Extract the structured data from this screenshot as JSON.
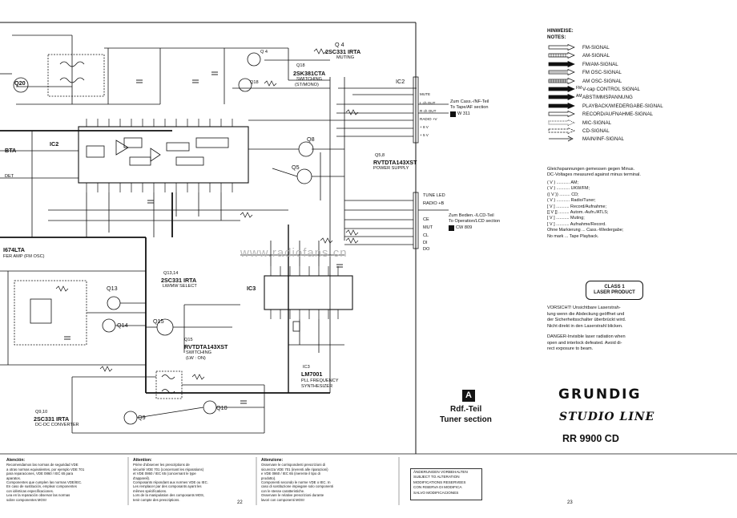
{
  "notes": {
    "title1": "HINWEISE:",
    "title2": "NOTES:",
    "legend": [
      {
        "icon": "fm-signal-arrow",
        "label": "FM-SIGNAL",
        "style": "hollow"
      },
      {
        "icon": "am-signal-arrow",
        "label": "AM-SIGNAL",
        "style": "hatched"
      },
      {
        "icon": "fm-am-signal-arrow",
        "label": "FM/AM-SIGNAL",
        "style": "dark-hatched"
      },
      {
        "icon": "fm-osc-signal-arrow",
        "label": "FM OSC-SIGNAL",
        "style": "double"
      },
      {
        "icon": "am-osc-signal-arrow",
        "label": "AM OSC-SIGNAL",
        "style": "double-hatched"
      },
      {
        "icon": "vcap-control-arrow",
        "label": "V-cap CONTROL SIGNAL",
        "prefix": "FM",
        "style": "black"
      },
      {
        "icon": "abstimm-arrow",
        "label": "ABSTIMMSPANNUNG",
        "prefix": "AM",
        "style": "black-hatched"
      },
      {
        "icon": "playback-arrow",
        "label": "PLAYBACK/WIEDERGABE-SIGNAL",
        "style": "solid"
      },
      {
        "icon": "record-arrow",
        "label": "RECORD/AUFNAHME-SIGNAL",
        "style": "hollow-tip"
      },
      {
        "icon": "mic-signal-arrow",
        "label": "MIC-SIGNAL",
        "style": "dotted"
      },
      {
        "icon": "cd-signal-arrow",
        "label": "CD-SIGNAL",
        "style": "dashed"
      },
      {
        "icon": "main-inf-arrow",
        "label": "MAIN/INF-SIGNAL",
        "style": "line"
      }
    ],
    "voltage_de": "Gleichspannungen gemessen gegen Minus.",
    "voltage_en": "DC-Voltages measured against minus terminal.",
    "voltage_codes": [
      "( V ) ........... AM;",
      "( V ) ........... UKW/FM;",
      "(( V )) ......... CD;",
      "( V ) ........... Radio/Tuner;",
      "[ V ] ........... Record/Aufnahme;",
      "[[ V ]] ......... Autom.-Aufn./ATLS;",
      "[ V ] ........... Muting;",
      "[ V ] ........... Aufnahme/Record.",
      "Ohne Markierung ... Cass.-Wiedergabe;",
      "No mark ... Tape Playback."
    ]
  },
  "laser": {
    "badge_line1": "CLASS 1",
    "badge_line2": "LASER PRODUCT",
    "warning_de": [
      "VORSICHT! Unsichtbare Laserstrah-",
      "lung wenn die Abdeckung geöffnet und",
      "der Sicherheitsschalter überbrückt wird.",
      "Nicht direkt in den Laserstrahl blicken."
    ],
    "warning_en": [
      "DANGER-Invisible laser radiation when",
      "open and interlock defeated. Avoid di-",
      "rect exposure to beam."
    ]
  },
  "section": {
    "badge": "A",
    "title_de": "Rdf.-Teil",
    "title_en": "Tuner section"
  },
  "brand": {
    "name": "GRUNDIG",
    "line": "STUDIO LINE",
    "model": "RR 9900 CD"
  },
  "connections": {
    "cass_de": "Zum Cass.-/NF-Teil",
    "cass_en": "To Tape/AF section",
    "cass_ref": "W 311",
    "op_de": "Zum Bedien.-/LCD-Teil",
    "op_en": "To Operation/LCD section",
    "op_ref": "CW 809"
  },
  "components": {
    "q4": "Q 4",
    "q4_type": "2SC331 IRTA",
    "q4_fn": "MUTING",
    "q18": "Q18",
    "q18_type": "2SK381CTA",
    "q18_fn": "SWITCHING",
    "q18_sub": "(ST/MONO)",
    "q8": "Q8",
    "q5": "Q5",
    "q58": "Q5,8",
    "q58_type": "RVTDTA143XST",
    "q58_fn": "POWER SUPPLY",
    "ic2": "IC2",
    "ic3": "IC3",
    "ic3_type": "LM7001",
    "ic3_fn": "PLL FREQUENCY",
    "ic3_fn2": "SYNTHESIZER",
    "q1314": "Q13,14",
    "q1314_type": "2SC331 IRTA",
    "q1314_fn": "LW/MW SELECT",
    "q15": "Q15",
    "q15_type": "RVTDTA143XST",
    "q15_fn": "SWITCHING",
    "q15_sub": "(LW : ON)",
    "q910": "Q9,10",
    "q910_type": "2SC331 IRTA",
    "q910_fn": "DC-DC CONVERTER",
    "q20": "Q20",
    "q13": "Q13",
    "q14": "Q14",
    "q9": "Q9",
    "q10": "Q10",
    "lta": "I674LTA",
    "lta_fn": "FER AMP (FM OSC)",
    "bta": "BTA",
    "det": "DET",
    "ic2_pins": [
      "MUTE",
      "L ch OUT",
      "R ch OUT",
      "RADIO +V",
      "+ 8 V",
      "+ 5 V"
    ],
    "ic3_pins": [
      "TUNE LED",
      "RADIO +B",
      "CE",
      "MUT",
      "CL",
      "DI",
      "DO"
    ]
  },
  "page_numbers": {
    "left": "22",
    "right": "23"
  },
  "bottom_notes": {
    "col1_head": "Atención:",
    "col1": [
      "Recomendamos las normas de seguridad VDE",
      "a otras normas equivalentes, por ejemplo VDE 701",
      "para reparaciones, VDE 0860 / IEC 65 para",
      "aparatos.",
      "Componentes que cumplen las normas VDE/IEC.",
      "En caso de sustitución, emplear componentes",
      "con idénticas especificaciones.",
      "Lea en la reparación observar las normas",
      "sobre componentes MOS!"
    ],
    "col2_head": "Attention:",
    "col2": [
      "Prière d'observer les prescriptions de",
      "sécurité VDE 701 (concernant les réparations)",
      "et VDE 0860 / IEC 65 (concernant le type",
      "d'appareil).",
      "Composants répondant aux normes VDE ou IEC.",
      "Les remplacer par des composants ayant les",
      "mêmes spécifications.",
      "Lors de la manipulation des composants MOS,",
      "tenir compte des prescriptions."
    ],
    "col3_head": "Attenzione:",
    "col3": [
      "Osservare le corrispondenti prescrizioni di",
      "sicurezza VDE 701 (inerenti alle riparazioni)",
      "e VDE 0860 / IEC 65 (inerente il tipo di",
      "prodotto).",
      "Componenti secondo le norme VDE o IEC. In",
      "caso di sostituzione impiegare solo componenti",
      "con le stesse caratteristiche.",
      "Osservare le relative prescrizioni durante",
      "lavori con componenti MOS!"
    ],
    "col4": [
      "ÄNDERUNGEN VORBEHALTEN",
      "SUBJECT TO ALTERATION",
      "MODIFICATIONS RESERVEES",
      "CON RISERVA DI MODIFICA",
      "SALVO MODIFICACIONES"
    ]
  },
  "watermark": "www.radiofans.cn"
}
